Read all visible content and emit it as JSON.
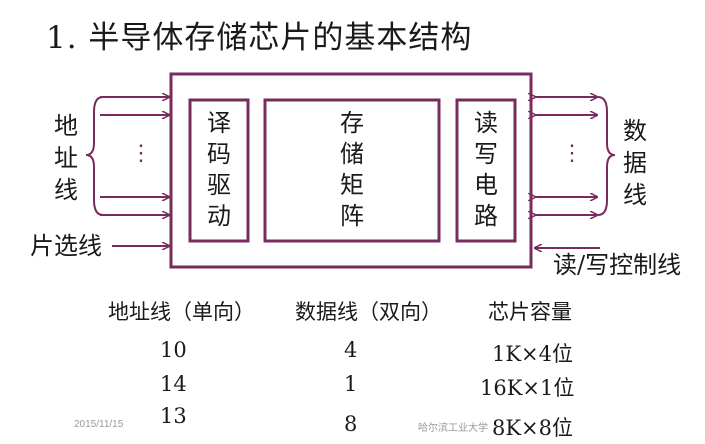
{
  "title": "1. 半导体存储芯片的基本结构",
  "diagram": {
    "address_line_label": "地址线",
    "data_line_label": "数据线",
    "chip_select_label": "片选线",
    "rw_control_label": "读/写控制线",
    "decoder_label": "译码驱动",
    "matrix_label": "存储矩阵",
    "rw_circuit_label": "读写电路",
    "ellipsis": "⋮",
    "border_color": "#7a2b5e"
  },
  "table": {
    "headers": [
      "地址线（单向）",
      "数据线（双向）",
      "芯片容量"
    ],
    "rows": [
      [
        "10",
        "4",
        "1K×4位"
      ],
      [
        "14",
        "1",
        "16K×1位"
      ],
      [
        "13",
        "8",
        "8K×8位"
      ]
    ]
  },
  "footer": {
    "date": "2015/11/15",
    "org": "哈尔滨工业大学"
  }
}
